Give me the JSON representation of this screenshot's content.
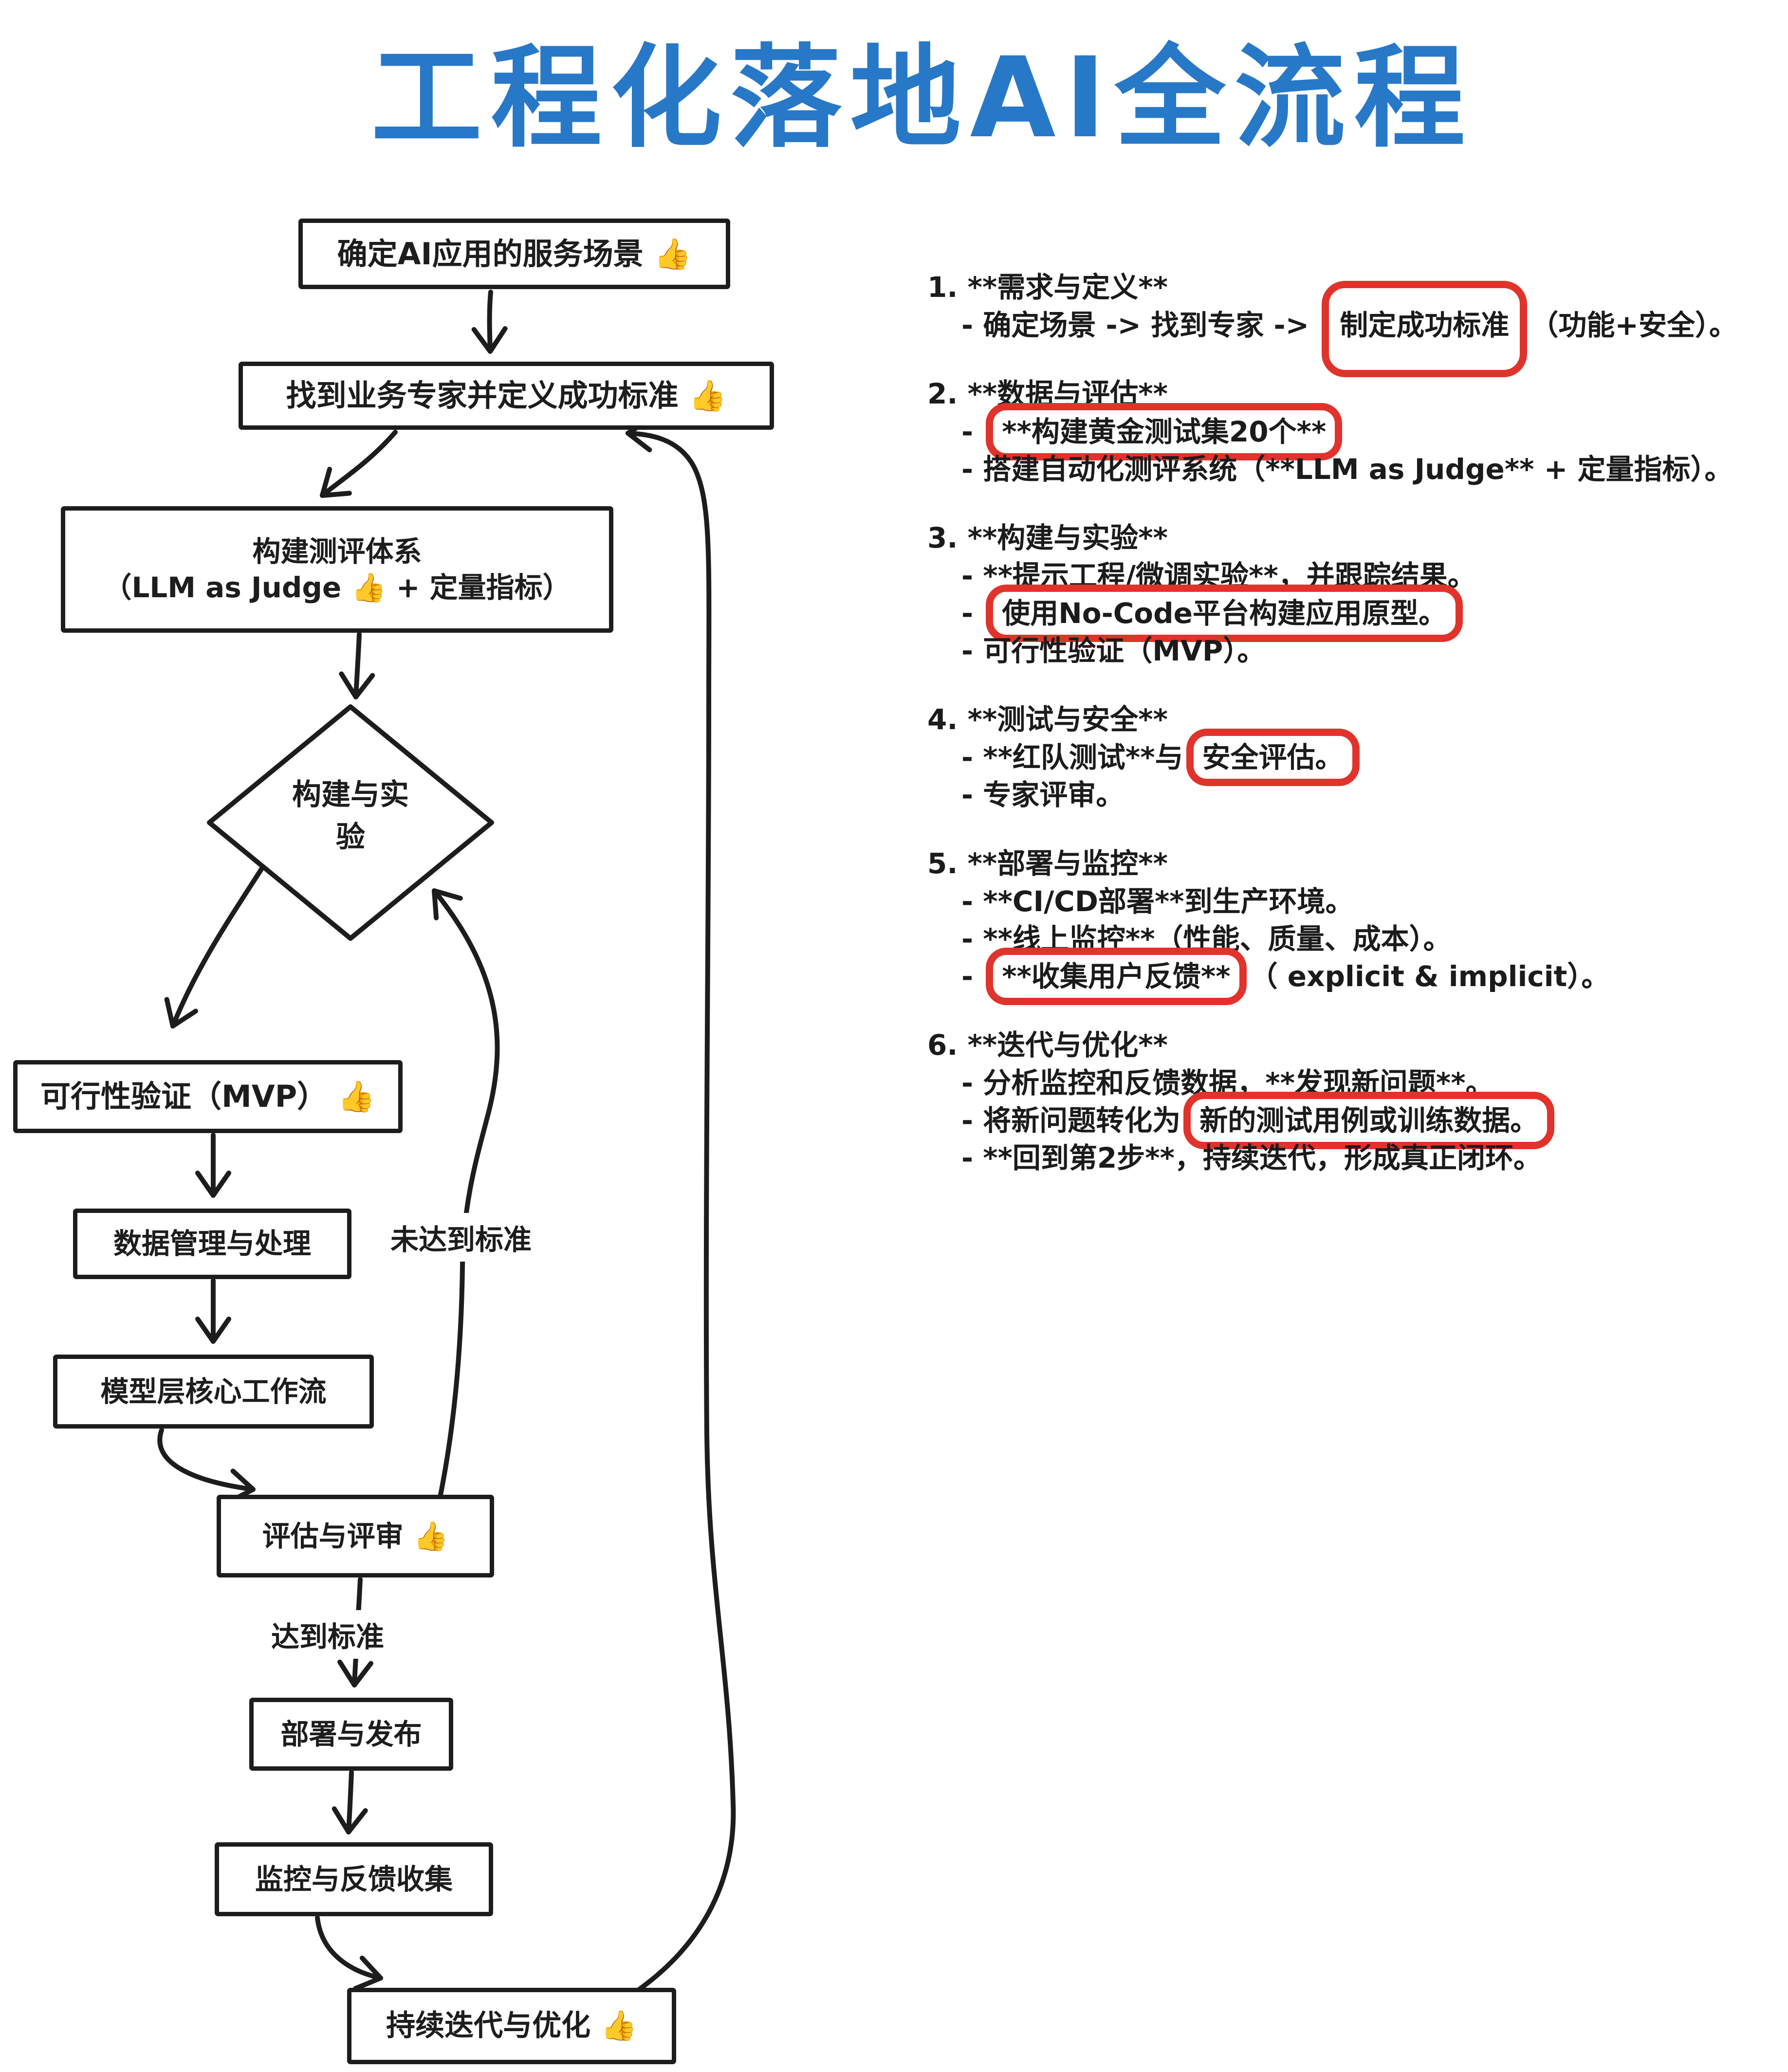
{
  "title": "工程化落地AI全流程",
  "colors": {
    "title_blue": "#2878c8",
    "ink_black": "#1d1d1d",
    "annotation_red": "#e0332b",
    "background": "#ffffff"
  },
  "flowchart": {
    "nodes": [
      {
        "id": "scene",
        "label": "确定AI应用的服务场景 👍"
      },
      {
        "id": "expert",
        "label": "找到业务专家并定义成功标准 👍"
      },
      {
        "id": "eval-system",
        "label": "构建测评体系",
        "label2": "（LLM as Judge 👍 + 定量指标）"
      },
      {
        "id": "build-experiment",
        "label": "构建与实验"
      },
      {
        "id": "mvp",
        "label": "可行性验证（MVP） 👍"
      },
      {
        "id": "data",
        "label": "数据管理与处理"
      },
      {
        "id": "model",
        "label": "模型层核心工作流"
      },
      {
        "id": "review",
        "label": "评估与评审 👍"
      },
      {
        "id": "deploy",
        "label": "部署与发布"
      },
      {
        "id": "monitor",
        "label": "监控与反馈收集"
      },
      {
        "id": "iterate",
        "label": "持续迭代与优化 👍"
      }
    ],
    "edge_labels": {
      "fail": "未达到标准",
      "pass": "达到标准"
    }
  },
  "notes": [
    {
      "heading": "1. **需求与定义**",
      "lines": [
        {
          "segments": [
            {
              "text": "- 确定场景 -> 找到专家 -> "
            },
            {
              "text": "制定成功标准",
              "red": true,
              "tall": true
            },
            {
              "text": "（功能+安全）。"
            }
          ]
        }
      ]
    },
    {
      "heading": "2. **数据与评估**",
      "lines": [
        {
          "segments": [
            {
              "text": "- "
            },
            {
              "text": "**构建黄金测试集20个**",
              "red": true
            }
          ]
        },
        {
          "segments": [
            {
              "text": "- 搭建自动化测评系统（**LLM as Judge** + 定量指标）。"
            }
          ]
        }
      ]
    },
    {
      "heading": "3. **构建与实验**",
      "lines": [
        {
          "segments": [
            {
              "text": "- **提示工程/微调实验**，并跟踪结果。"
            }
          ]
        },
        {
          "segments": [
            {
              "text": "- "
            },
            {
              "text": "使用No-Code平台构建应用原型。",
              "red": true
            }
          ]
        },
        {
          "segments": [
            {
              "text": "- 可行性验证（MVP）。"
            }
          ]
        }
      ]
    },
    {
      "heading": "4. **测试与安全**",
      "lines": [
        {
          "segments": [
            {
              "text": "- **红队测试**与"
            },
            {
              "text": "安全评估。",
              "red": true
            }
          ]
        },
        {
          "segments": [
            {
              "text": "- 专家评审。"
            }
          ]
        }
      ]
    },
    {
      "heading": "5. **部署与监控**",
      "lines": [
        {
          "segments": [
            {
              "text": "- **CI/CD部署**到生产环境。"
            }
          ]
        },
        {
          "segments": [
            {
              "text": "- **线上监控**（性能、质量、成本）。"
            }
          ]
        },
        {
          "segments": [
            {
              "text": "- "
            },
            {
              "text": "**收集用户反馈**",
              "red": true
            },
            {
              "text": "（ explicit & implicit）。"
            }
          ]
        }
      ]
    },
    {
      "heading": "6. **迭代与优化**",
      "lines": [
        {
          "segments": [
            {
              "text": "- 分析监控和反馈数据，**发现新问题**。"
            }
          ]
        },
        {
          "segments": [
            {
              "text": "- 将新问题转化为"
            },
            {
              "text": "新的测试用例或训练数据。",
              "red": true
            }
          ]
        },
        {
          "segments": [
            {
              "text": "- **回到第2步**，持续迭代，形成真正闭环。"
            }
          ]
        }
      ]
    }
  ]
}
